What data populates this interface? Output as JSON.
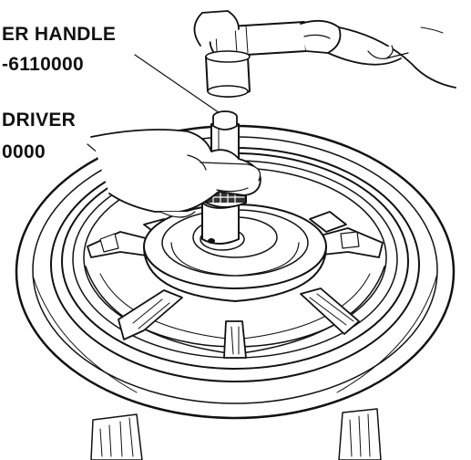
{
  "callouts": [
    {
      "id": "handle",
      "name": "ER HANDLE",
      "part": "-6110000"
    },
    {
      "id": "driver",
      "name": "DRIVER",
      "part": "0000"
    }
  ],
  "colors": {
    "ink": "#111111",
    "paper": "#ffffff"
  }
}
